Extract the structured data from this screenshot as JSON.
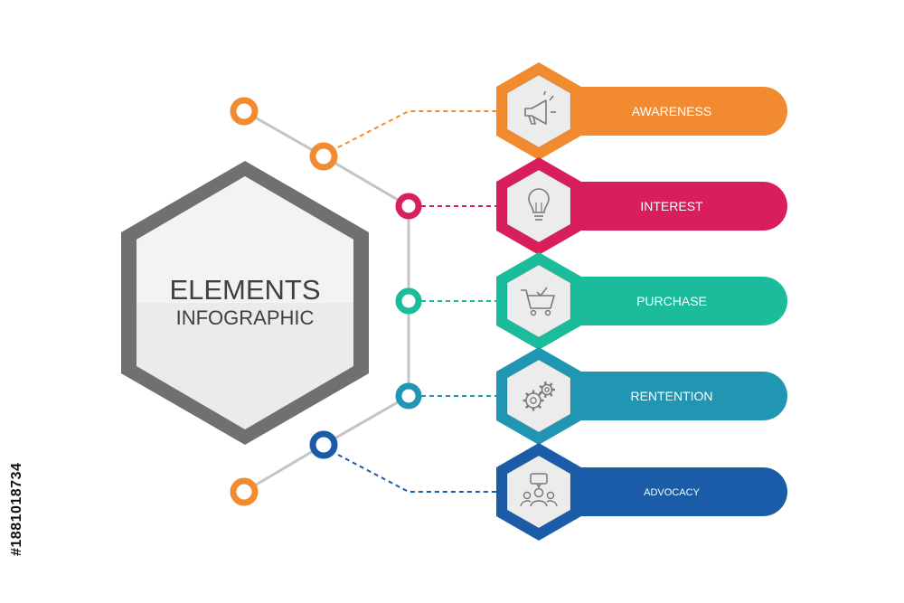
{
  "center": {
    "title_line1": "ELEMENTS",
    "title_line2": "INFOGRAPHIC"
  },
  "steps": [
    {
      "label": "AWARENESS",
      "color": "#F28A30",
      "icon": "megaphone-icon"
    },
    {
      "label": "INTEREST",
      "color": "#D81E5B",
      "icon": "lightbulb-icon"
    },
    {
      "label": "PURCHASE",
      "color": "#1BBC9B",
      "icon": "shopping-cart-icon"
    },
    {
      "label": "RENTENTION",
      "color": "#2196B3",
      "icon": "gears-icon"
    },
    {
      "label": "ADVOCACY",
      "color": "#1A5CA8",
      "icon": "people-chat-icon"
    }
  ],
  "palette": {
    "hex_frame": "#6E7072",
    "hex_fill": "#ECECEC",
    "connector": "#C4C4C4",
    "text_dark": "#3E4042",
    "end_node": "#F28A30",
    "advocacy_node": "#1A5CA8"
  },
  "watermark": {
    "stock_id": "#1881018734"
  }
}
